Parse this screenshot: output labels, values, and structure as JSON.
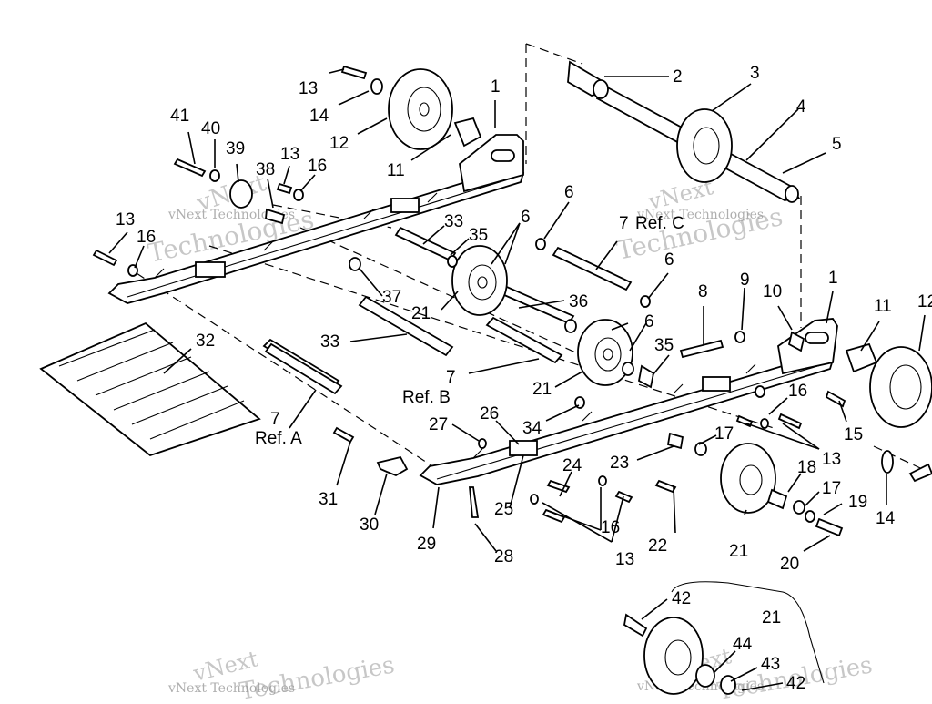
{
  "labels": {
    "l1a": "1",
    "l1b": "1",
    "l2": "2",
    "l3": "3",
    "l4": "4",
    "l5": "5",
    "l6a": "6",
    "l6b": "6",
    "l6c": "6",
    "l6d": "6",
    "l7a": "7",
    "l7b": "7",
    "l7c": "7",
    "l7c_ref": "Ref. C",
    "l7b_ref": "Ref. B",
    "l7a_ref": "Ref. A",
    "l8": "8",
    "l9": "9",
    "l10": "10",
    "l11a": "11",
    "l11b": "11",
    "l12a": "12",
    "l12b": "12",
    "l13a": "13",
    "l13b": "13",
    "l13c": "13",
    "l13d": "13",
    "l13e": "13",
    "l14a": "14",
    "l14b": "14",
    "l15": "15",
    "l16a": "16",
    "l16b": "16",
    "l16c": "16",
    "l16d": "16",
    "l17a": "17",
    "l17b": "17",
    "l18": "18",
    "l19": "19",
    "l20": "20",
    "l21a": "21",
    "l21b": "21",
    "l21c": "21",
    "l21d": "21",
    "l22": "22",
    "l23": "23",
    "l24": "24",
    "l25": "25",
    "l26": "26",
    "l27": "27",
    "l28": "28",
    "l29": "29",
    "l30": "30",
    "l31": "31",
    "l32": "32",
    "l33a": "33",
    "l33b": "33",
    "l34": "34",
    "l35a": "35",
    "l35b": "35",
    "l36": "36",
    "l37": "37",
    "l38": "38",
    "l39": "39",
    "l40": "40",
    "l41": "41",
    "l42a": "42",
    "l42b": "42",
    "l43": "43",
    "l44": "44"
  },
  "watermark": {
    "a1": "vNext",
    "a2": "vNext Technologies",
    "a3": "Technologies",
    "b1": "vNext",
    "b2": "vNext Technologies",
    "b3": "Technologies",
    "c1": "vNext",
    "c2": "vNext Technologies",
    "c3": "Technologies",
    "d1": "vNext",
    "d2": "vNext Technologies",
    "d3": "Technologies"
  }
}
